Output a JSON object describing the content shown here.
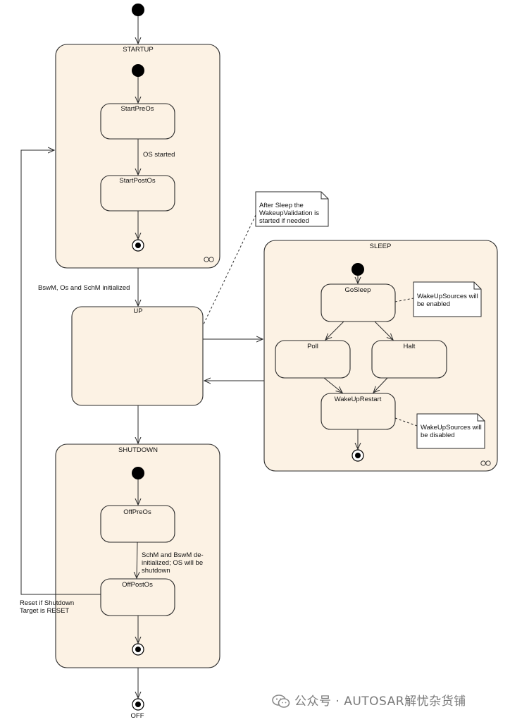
{
  "states": {
    "startup": "STARTUP",
    "start_pre_os": "StartPreOs",
    "start_post_os": "StartPostOs",
    "up": "UP",
    "shutdown": "SHUTDOWN",
    "off_pre_os": "OffPreOs",
    "off_post_os": "OffPostOs",
    "sleep": "SLEEP",
    "go_sleep": "GoSleep",
    "poll": "Poll",
    "halt": "Halt",
    "wakeup_restart": "WakeUpRestart",
    "off": "OFF"
  },
  "transitions": {
    "os_started": "OS started",
    "bswm_init": "BswM, Os and SchM initialized",
    "schm_deinit": [
      "SchM and BswM de-",
      "initialized; OS will be",
      "shutdown"
    ],
    "reset": [
      "Reset if Shutdown",
      "Target is RESET"
    ]
  },
  "notes": {
    "after_sleep": [
      "After Sleep the",
      "WakeupValidation is",
      "started if needed"
    ],
    "sources_enabled": [
      "WakeUpSources will",
      "be enabled"
    ],
    "sources_disabled": [
      "WakeUpSources will",
      "be disabled"
    ]
  },
  "watermark": "公众号 · AUTOSAR解忧杂货铺"
}
